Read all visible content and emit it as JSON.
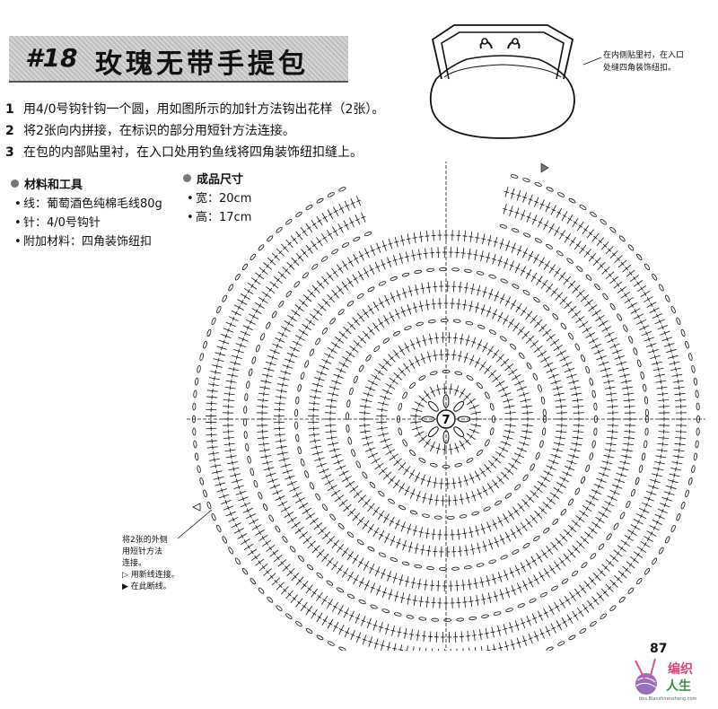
{
  "title": {
    "number": "#18",
    "text": "玫瑰无带手提包"
  },
  "steps": [
    {
      "num": "1",
      "text": "用4/0号钩针钩一个圆，用如图所示的加针方法钩出花样（2张）。"
    },
    {
      "num": "2",
      "text": "将2张向内拼接，在标识的部分用短针方法连接。"
    },
    {
      "num": "3",
      "text": "在包的内部贴里衬，在入口处用钓鱼线将四角装饰纽扣缝上。"
    }
  ],
  "materials": {
    "heading": "材料和工具",
    "items": [
      "线：葡萄酒色纯棉毛线80g",
      "针：4/0号钩针",
      "附加材料：四角装饰纽扣"
    ]
  },
  "size": {
    "heading": "成品尺寸",
    "items": [
      "宽：20cm",
      "高：17cm"
    ]
  },
  "bag_note": "在内侧贴里衬，在入口处缝四角装饰纽扣。",
  "join_note": {
    "line1": "将2张的外侧",
    "line2": "用短针方法",
    "line3": "连接。",
    "legend_new": "用新线连接。",
    "legend_cut": "在此断线。"
  },
  "center_label": "7",
  "page_number": "87",
  "logo": {
    "line1": "编织",
    "line2": "人生",
    "url": "bbs.Bianzhirensheng.com"
  },
  "colors": {
    "title_bg": "#c9c9c9",
    "ink": "#111111",
    "logo_pink": "#d8457a",
    "logo_green": "#3d8a4a"
  }
}
